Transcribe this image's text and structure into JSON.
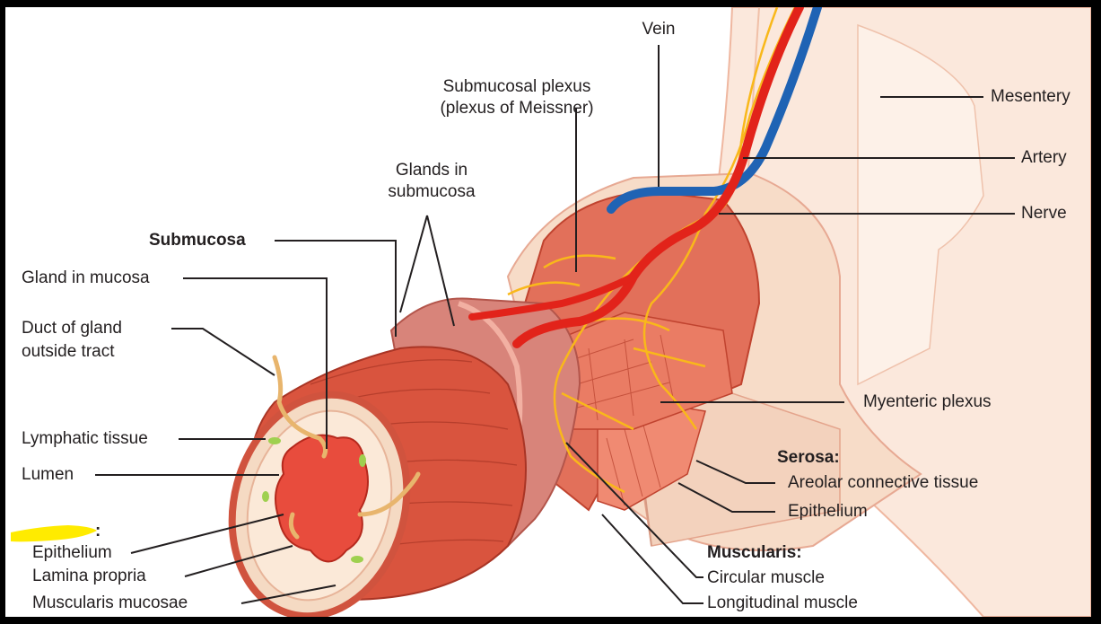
{
  "labels": {
    "vein": "Vein",
    "submucosal_plexus_1": "Submucosal plexus",
    "submucosal_plexus_2": "(plexus of Meissner)",
    "mesentery": "Mesentery",
    "artery": "Artery",
    "nerve": "Nerve",
    "glands_submucosa_1": "Glands in",
    "glands_submucosa_2": "submucosa",
    "submucosa": "Submucosa",
    "gland_in_mucosa": "Gland in mucosa",
    "duct_1": "Duct of gland",
    "duct_2": "outside tract",
    "myenteric_plexus": "Myenteric plexus",
    "lymphatic_tissue": "Lymphatic tissue",
    "lumen": "Lumen",
    "serosa": "Serosa:",
    "areolar": "Areolar connective tissue",
    "epithelium_serosa": "Epithelium",
    "mucosa_header": ":",
    "epithelium": "Epithelium",
    "lamina_propria": "Lamina propria",
    "muscularis_mucosae": "Muscularis mucosae",
    "muscularis": "Muscularis:",
    "circular_muscle": "Circular muscle",
    "longitudinal_muscle": "Longitudinal muscle"
  },
  "colors": {
    "highlight": "#ffeb00",
    "artery": "#e2231a",
    "vein": "#1f63b4",
    "nerve": "#f9b81a",
    "muscle": "#d9543e",
    "serosa": "#f7dcc8"
  }
}
